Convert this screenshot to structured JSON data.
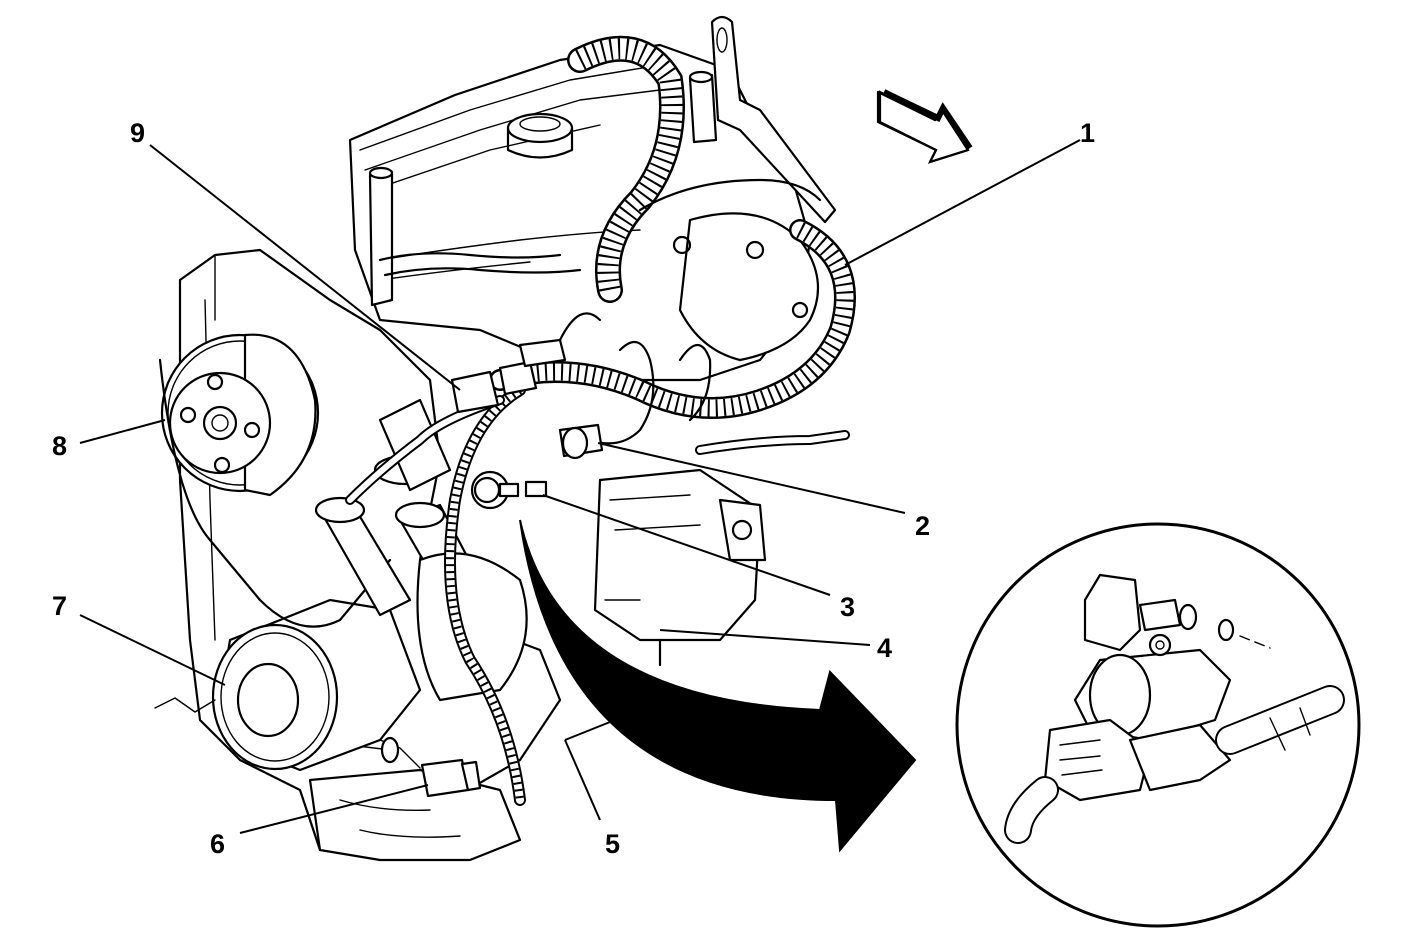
{
  "callouts": [
    {
      "id": "1",
      "text": "1"
    },
    {
      "id": "2",
      "text": "2"
    },
    {
      "id": "3",
      "text": "3"
    },
    {
      "id": "4",
      "text": "4"
    },
    {
      "id": "5",
      "text": "5"
    },
    {
      "id": "6",
      "text": "6"
    },
    {
      "id": "7",
      "text": "7"
    },
    {
      "id": "8",
      "text": "8"
    },
    {
      "id": "9",
      "text": "9"
    }
  ],
  "colors": {
    "line": "#000000",
    "background": "#ffffff"
  },
  "icons": [
    "direction-arrow-icon",
    "detail-arrow-icon"
  ]
}
